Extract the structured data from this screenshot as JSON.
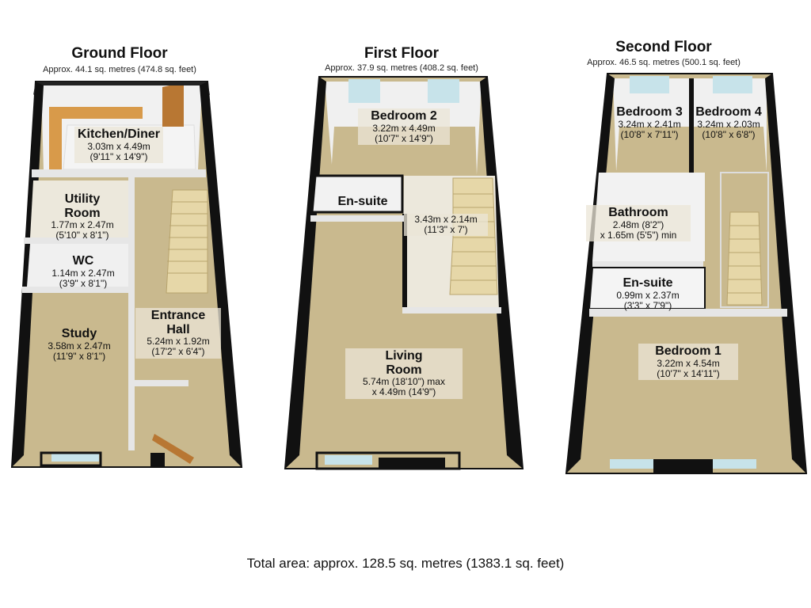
{
  "floors": {
    "ground": {
      "title": "Ground Floor",
      "area": "Approx. 44.1 sq. metres (474.8 sq. feet)",
      "rooms": {
        "kitchen": {
          "name": "Kitchen/Diner",
          "dim1": "3.03m x 4.49m",
          "dim2": "(9'11\" x 14'9\")"
        },
        "utility": {
          "name1": "Utility",
          "name2": "Room",
          "dim1": "1.77m x 2.47m",
          "dim2": "(5'10\" x 8'1\")"
        },
        "wc": {
          "name": "WC",
          "dim1": "1.14m x 2.47m",
          "dim2": "(3'9\" x 8'1\")"
        },
        "study": {
          "name": "Study",
          "dim1": "3.58m x 2.47m",
          "dim2": "(11'9\" x 8'1\")"
        },
        "hall": {
          "name1": "Entrance",
          "name2": "Hall",
          "dim1": "5.24m x 1.92m",
          "dim2": "(17'2\" x 6'4\")"
        }
      }
    },
    "first": {
      "title": "First Floor",
      "area": "Approx. 37.9 sq. metres (408.2 sq. feet)",
      "rooms": {
        "bedroom2": {
          "name": "Bedroom 2",
          "dim1": "3.22m x 4.49m",
          "dim2": "(10'7\" x 14'9\")"
        },
        "ensuite": {
          "name": "En-suite"
        },
        "landing": {
          "dim1": "3.43m x 2.14m",
          "dim2": "(11'3\" x 7')"
        },
        "living": {
          "name1": "Living",
          "name2": "Room",
          "dim1": "5.74m (18'10\") max",
          "dim2": "x 4.49m (14'9\")"
        }
      }
    },
    "second": {
      "title": "Second Floor",
      "area": "Approx. 46.5 sq. metres (500.1 sq. feet)",
      "rooms": {
        "bedroom3": {
          "name": "Bedroom 3",
          "dim1": "3.24m x 2.41m",
          "dim2": "(10'8\" x 7'11\")"
        },
        "bedroom4": {
          "name": "Bedroom 4",
          "dim1": "3.24m x 2.03m",
          "dim2": "(10'8\" x 6'8\")"
        },
        "bathroom": {
          "name": "Bathroom",
          "dim1": "2.48m (8'2\")",
          "dim2": "x 1.65m (5'5\") min"
        },
        "ensuite": {
          "name": "En-suite",
          "dim1": "0.99m x 2.37m",
          "dim2": "(3'3\" x 7'9\")"
        },
        "bedroom1": {
          "name": "Bedroom 1",
          "dim1": "3.22m x 4.54m",
          "dim2": "(10'7\" x 14'11\")"
        }
      }
    }
  },
  "total_area": "Total area: approx. 128.5 sq. metres (1383.1 sq. feet)",
  "colors": {
    "wall": "#111111",
    "wall_inner": "#f2f2f2",
    "carpet": "#c9b98e",
    "tile": "#eeeeee",
    "stairs": "#e6d7a8",
    "worktop": "#d89a4a",
    "window": "#c7e3ea"
  }
}
